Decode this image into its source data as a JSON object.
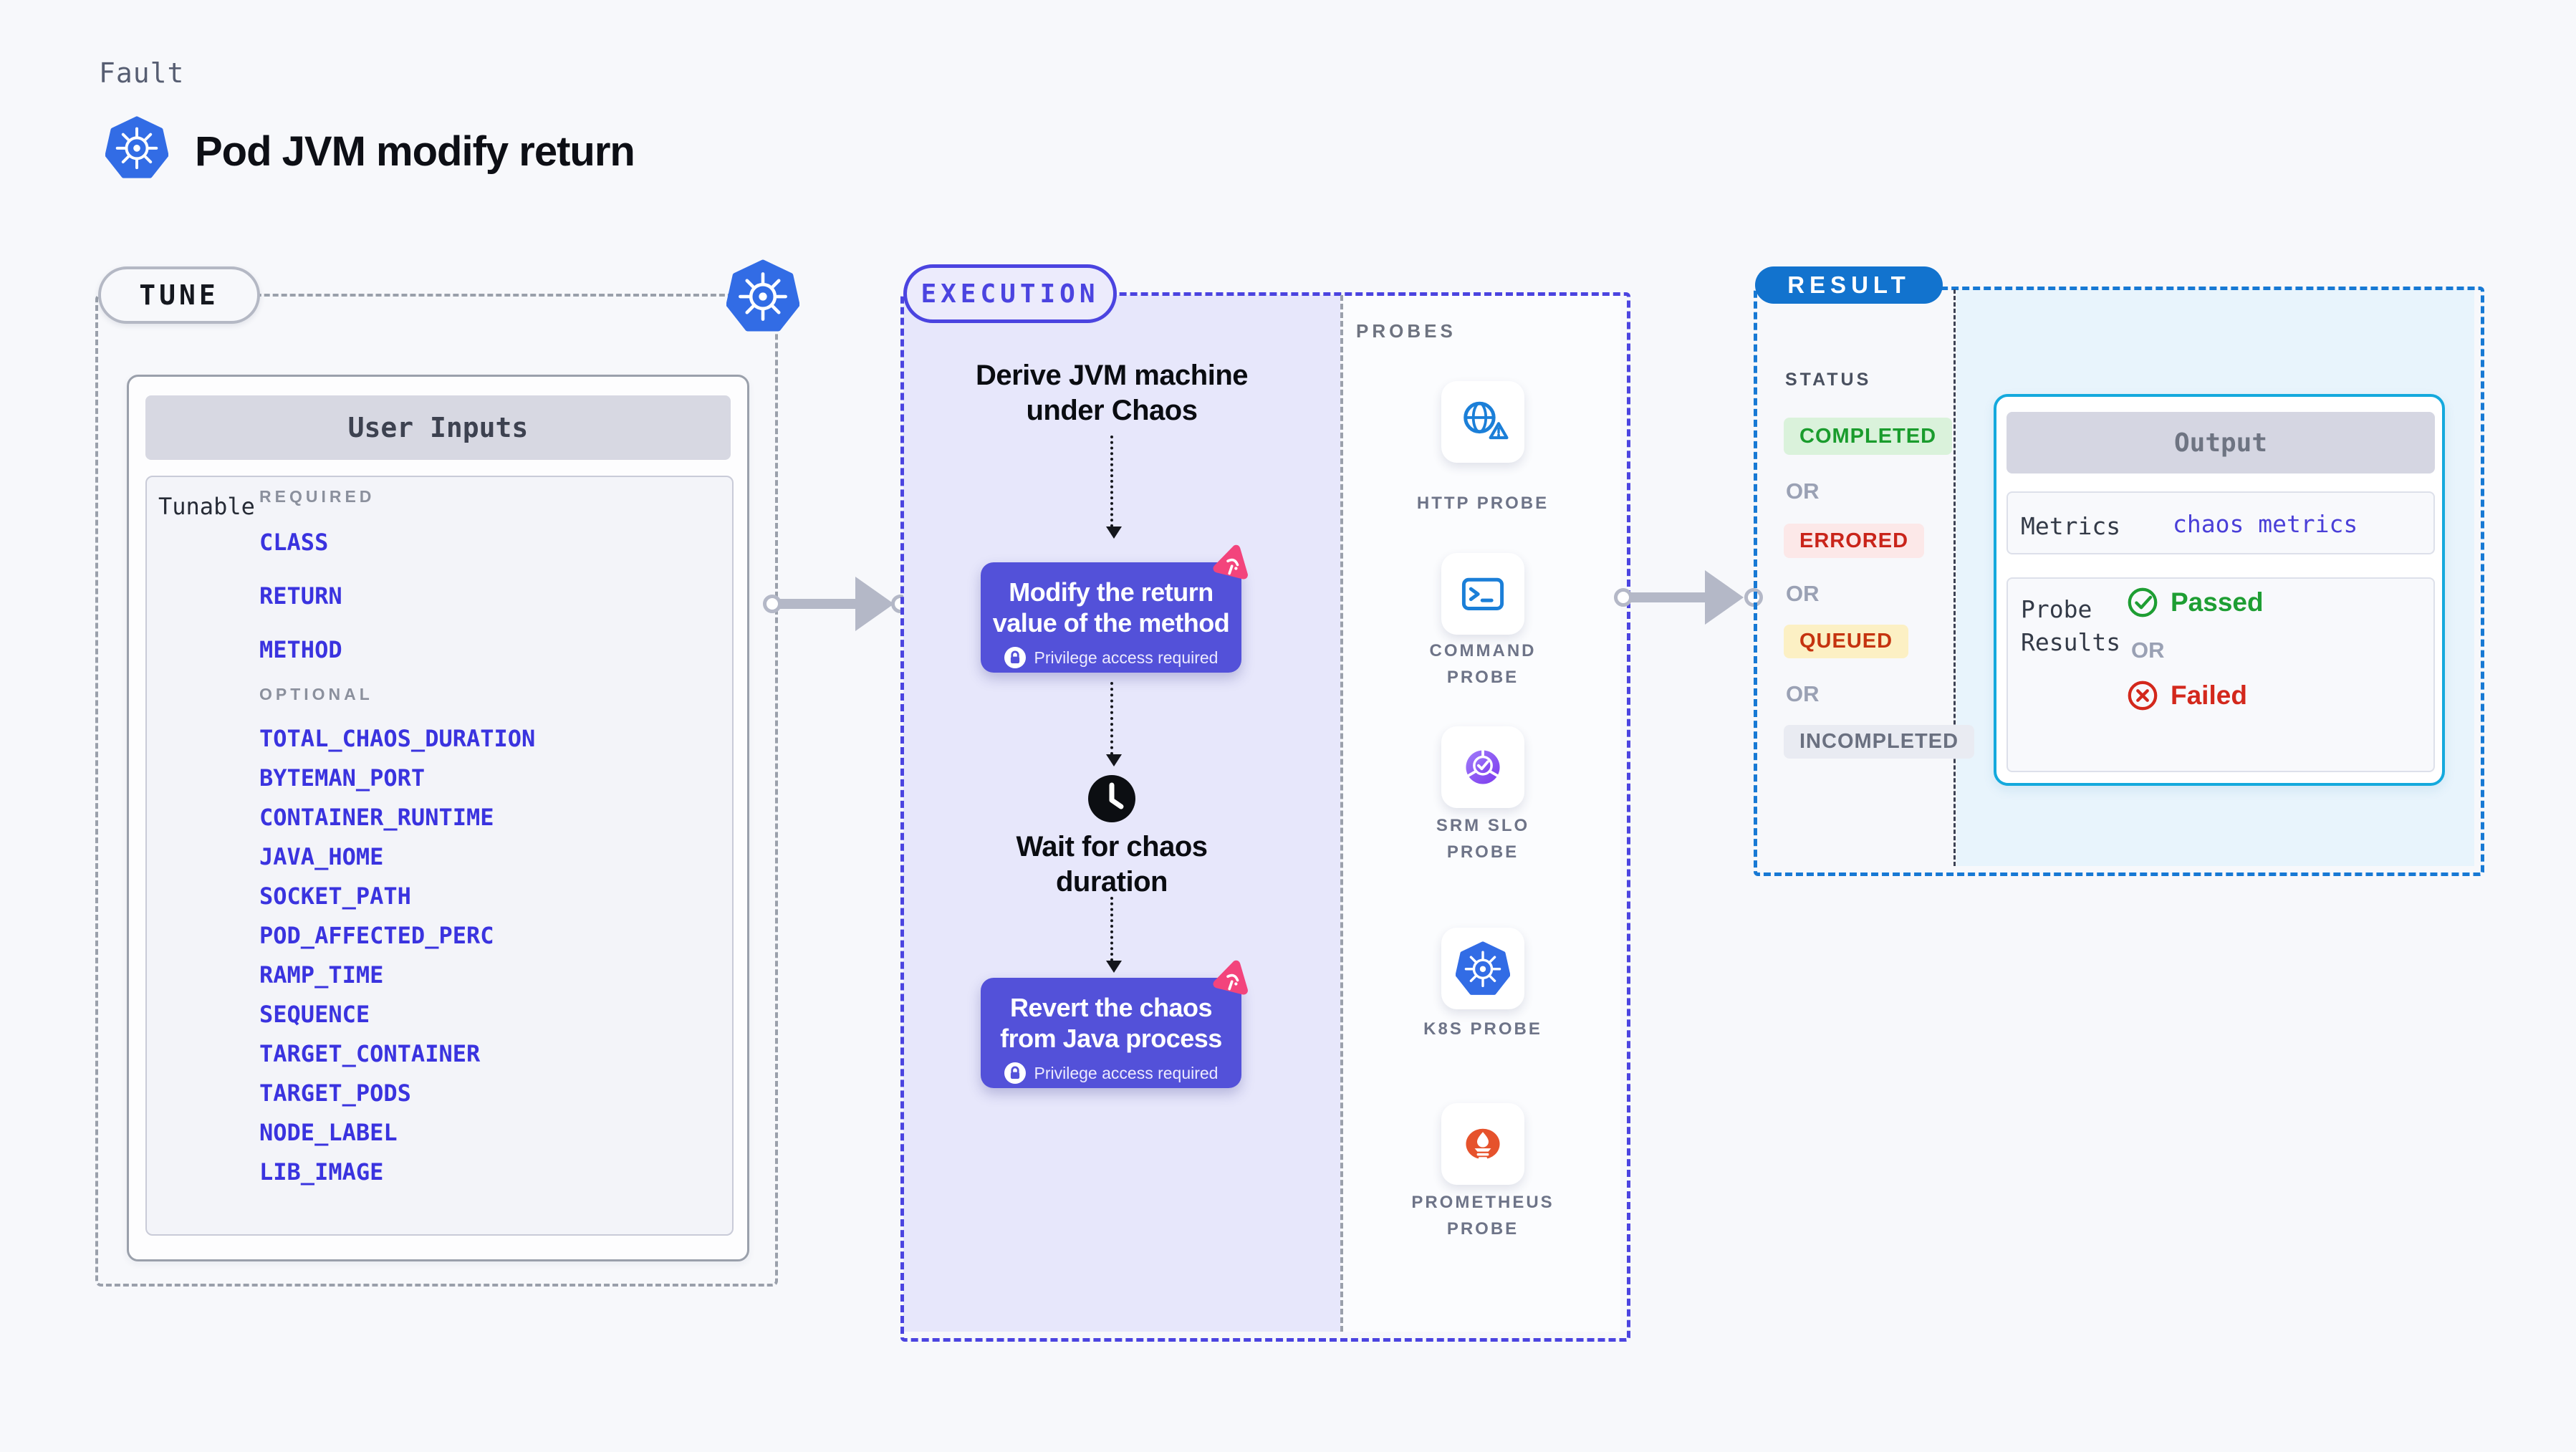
{
  "header": {
    "eyebrow": "Fault",
    "title": "Pod JVM modify return"
  },
  "tune": {
    "badge": "TUNE",
    "card_title": "User Inputs",
    "row_label": "Tunable",
    "required_label": "REQUIRED",
    "required": [
      "CLASS",
      "RETURN",
      "METHOD"
    ],
    "optional_label": "OPTIONAL",
    "optional": [
      "TOTAL_CHAOS_DURATION",
      "BYTEMAN_PORT",
      "CONTAINER_RUNTIME",
      "JAVA_HOME",
      "SOCKET_PATH",
      "POD_AFFECTED_PERC",
      "RAMP_TIME",
      "SEQUENCE",
      "TARGET_CONTAINER",
      "TARGET_PODS",
      "NODE_LABEL",
      "LIB_IMAGE"
    ]
  },
  "execution": {
    "badge": "EXECUTION",
    "step_derive": "Derive JVM machine under Chaos",
    "step_modify": "Modify the return value of the method",
    "step_wait": "Wait for chaos duration",
    "step_revert": "Revert the chaos from Java process",
    "privilege_note": "Privilege access required"
  },
  "probes": {
    "label": "PROBES",
    "items": [
      "HTTP PROBE",
      "COMMAND\nPROBE",
      "SRM SLO\nPROBE",
      "K8S PROBE",
      "PROMETHEUS\nPROBE"
    ]
  },
  "result": {
    "badge": "RESULT",
    "status_label": "STATUS",
    "or_label": "OR",
    "statuses": [
      "COMPLETED",
      "ERRORED",
      "QUEUED",
      "INCOMPLETED"
    ],
    "output": {
      "title": "Output",
      "metrics_label": "Metrics",
      "metrics_value": "chaos metrics",
      "probe_results_label": "Probe Results",
      "passed_label": "Passed",
      "or_label": "OR",
      "failed_label": "Failed"
    }
  },
  "colors": {
    "page-bg": "#f7f8fb",
    "ink": "#0d0f15",
    "eyebrow": "#575e72",
    "dash-gray": "#9aa0ab",
    "pill-border": "#b4b8c4",
    "card-border": "#9aa0ab",
    "header-bar-bg": "#d7d8e2",
    "header-bar-text": "#3d4250",
    "panel-bg": "#f3f4f9",
    "muted-label": "#8b909d",
    "param-blue": "#3a33df",
    "exec-accent": "#4b44e0",
    "exec-bg": "#e7e7fb",
    "exec-pill-bg": "#ecebfc",
    "step-purple": "#5351d9",
    "pink": "#f3447c",
    "arrow-gray": "#b4b8c7",
    "k8s-blue": "#326ce5",
    "probe-blue": "#1b7fd8",
    "probe-label": "#6e7488",
    "probes-bg": "#fbfcfe",
    "srm-purple-1": "#a07cfa",
    "srm-purple-2": "#7c3aed",
    "prometheus-orange": "#e6522c",
    "result-blue": "#1779d4",
    "result-pill-bg": "#1273ce",
    "result-panel-bg": "#e8f4fc",
    "divider-navy": "#3c4254",
    "status-label": "#4a5160",
    "or-gray": "#9aa1b4",
    "completed-fg": "#1a9c2d",
    "completed-bg": "#daf2db",
    "errored-fg": "#c9241a",
    "errored-bg": "#fce8e8",
    "queued-fg": "#c5330f",
    "queued-bg": "#fcf0c4",
    "incompleted-fg": "#6a7080",
    "incompleted-bg": "#e9ebf2",
    "cyan": "#14a9dd",
    "output-header-bg": "#d5d6e2",
    "output-header-text": "#6e7482",
    "row-bg": "#f8f9fc",
    "row-border": "#dde0ea",
    "metrics-label": "#333a47",
    "metrics-value": "#4a3fd8",
    "passed": "#1e9e33",
    "failed": "#d3281c"
  }
}
